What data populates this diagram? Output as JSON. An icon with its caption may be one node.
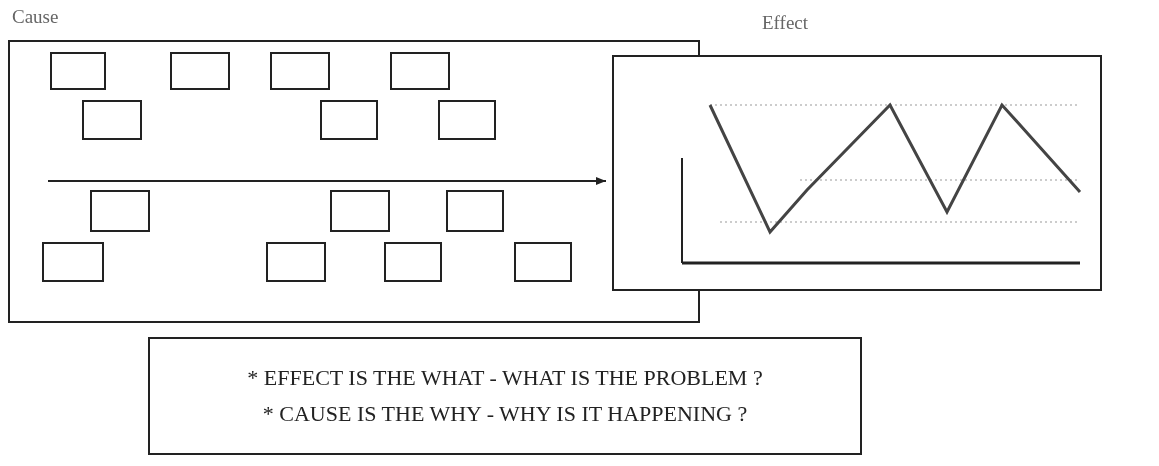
{
  "diagram": {
    "nodes": [
      {
        "text": [
          "Cause"
        ]
      },
      {
        "text": [],
        "shape": "box",
        "in": 0
      },
      {
        "text": [],
        "shape": "box",
        "in": 0
      },
      {
        "text": [],
        "shape": "box",
        "in": 0
      },
      {
        "text": [],
        "shape": "box",
        "in": 0
      },
      {
        "text": [],
        "shape": "box",
        "in": 0
      },
      {
        "text": [],
        "shape": "box",
        "in": 0
      },
      {
        "text": [],
        "shape": "box",
        "in": 0
      },
      {
        "text": [],
        "shape": "box",
        "in": 0
      },
      {
        "text": [],
        "shape": "box",
        "in": 0
      },
      {
        "text": [],
        "shape": "box",
        "in": 0
      },
      {
        "text": [],
        "shape": "box",
        "in": 0
      },
      {
        "text": [],
        "shape": "box",
        "in": 0
      },
      {
        "text": [],
        "shape": "box",
        "in": 0
      },
      {
        "text": [],
        "shape": "box",
        "in": 0
      },
      {
        "text": [
          "Effect"
        ]
      },
      {
        "text": [
          "* EFFECT IS THE WHAT - WHAT IS THE PROBLEM ?",
          "* CAUSE IS THE WHY - WHY IS IT HAPPENING ?"
        ]
      }
    ]
  }
}
